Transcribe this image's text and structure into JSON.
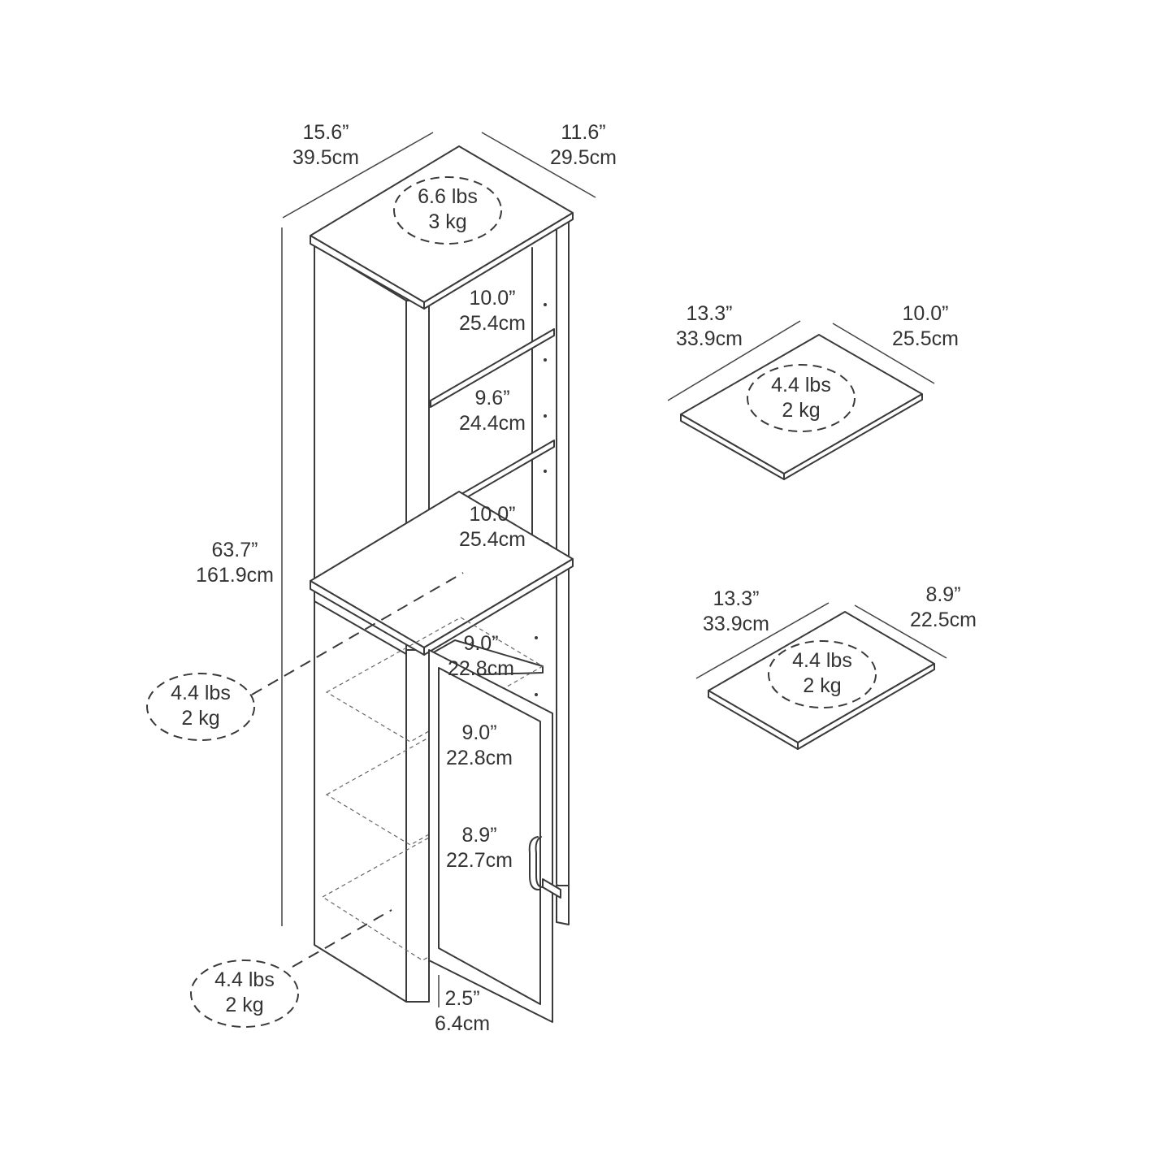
{
  "cabinet": {
    "width_in": "15.6”",
    "width_cm": "39.5cm",
    "depth_in": "11.6”",
    "depth_cm": "29.5cm",
    "height_in": "63.7”",
    "height_cm": "161.9cm",
    "top_weight_lbs": "6.6 lbs",
    "top_weight_kg": "3 kg",
    "shelf1_in": "10.0”",
    "shelf1_cm": "25.4cm",
    "shelf2_in": "9.6”",
    "shelf2_cm": "24.4cm",
    "shelf3_in": "10.0”",
    "shelf3_cm": "25.4cm",
    "lower1_in": "9.0”",
    "lower1_cm": "22.8cm",
    "lower2_in": "9.0”",
    "lower2_cm": "22.8cm",
    "lower3_in": "8.9”",
    "lower3_cm": "22.7cm",
    "leg_in": "2.5”",
    "leg_cm": "6.4cm",
    "middle_weight_lbs": "4.4 lbs",
    "middle_weight_kg": "2 kg",
    "bottom_weight_lbs": "4.4 lbs",
    "bottom_weight_kg": "2 kg"
  },
  "upper_shelf_board": {
    "width_in": "13.3”",
    "width_cm": "33.9cm",
    "depth_in": "10.0”",
    "depth_cm": "25.5cm",
    "weight_lbs": "4.4 lbs",
    "weight_kg": "2 kg"
  },
  "lower_shelf_board": {
    "width_in": "13.3”",
    "width_cm": "33.9cm",
    "depth_in": "8.9”",
    "depth_cm": "22.5cm",
    "weight_lbs": "4.4 lbs",
    "weight_kg": "2 kg"
  }
}
